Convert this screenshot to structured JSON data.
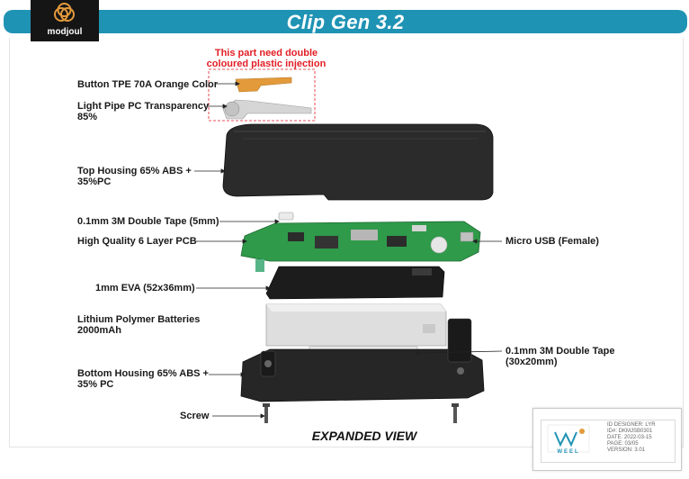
{
  "header": {
    "title": "Clip Gen 3.2",
    "brand": "modjoul"
  },
  "note": "This part need double\ncoloured plastic injection",
  "labels": {
    "button": "Button TPE 70A Orange Color",
    "light_pipe": "Light Pipe PC Transparency\n85%",
    "top_housing": "Top Housing 65% ABS +\n35%PC",
    "tape_5mm": "0.1mm 3M Double Tape (5mm)",
    "pcb": "High Quality 6 Layer PCB",
    "micro_usb": "Micro USB (Female)",
    "eva": "1mm EVA (52x36mm)",
    "battery": "Lithium Polymer Batteries\n2000mAh",
    "tape_30x20": "0.1mm 3M Double Tape\n(30x20mm)",
    "bottom_housing": "Bottom Housing 65% ABS +\n35% PC",
    "screw": "Screw"
  },
  "footer": {
    "view_label": "EXPANDED VIEW"
  },
  "stamp": {
    "logo_text": "WEEL",
    "lines": [
      "ID DESIGNER: LYR",
      "ID#: DKMJSB0301",
      "DATE: 2022-03-15",
      "PAGE: 03/05",
      "VERSION: 3.01"
    ]
  },
  "colors": {
    "header": "#1f93b4",
    "note": "#e21d24",
    "pcb": "#2f9a4a",
    "button": "#e39a3a"
  }
}
